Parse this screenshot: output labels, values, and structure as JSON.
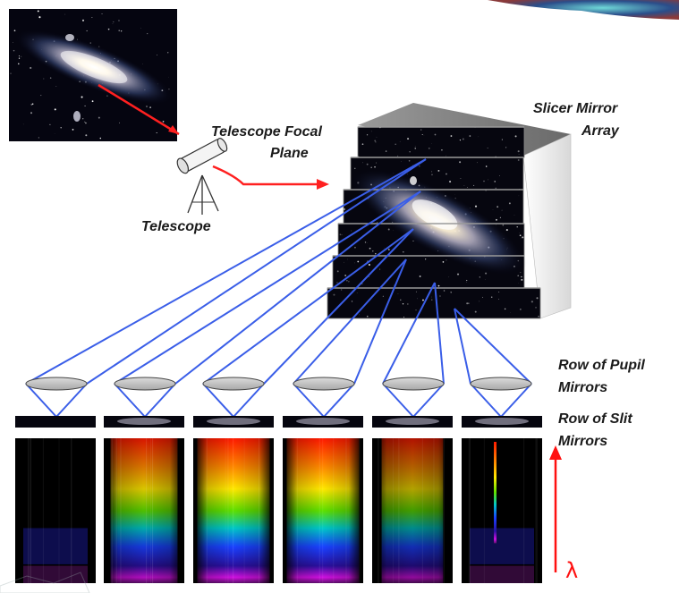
{
  "labels": {
    "telescope_focal_plane_line1": "Telescope Focal",
    "telescope_focal_plane_line2": "Plane",
    "telescope": "Telescope",
    "slicer_line1": "Slicer Mirror",
    "slicer_line2": "Array",
    "pupil_line1": "Row of Pupil",
    "pupil_line2": "Mirrors",
    "slit_line1": "Row of Slit",
    "slit_line2": "Mirrors",
    "wavelength_symbol": "λ"
  },
  "colors": {
    "beam": "#ff2020",
    "fan_lines": "#3a5ee8",
    "mirror_fill": "#c8c8c8",
    "space": "#050510"
  },
  "icons": [
    "galaxy-image",
    "telescope-icon",
    "slicer-mirror-array",
    "pupil-mirror",
    "slit-mirror",
    "spectrum-panel",
    "wavelength-arrow"
  ],
  "spectra_panels": [
    {
      "name": "spectrum-1",
      "intensity": 0.08
    },
    {
      "name": "spectrum-2",
      "intensity": 0.85
    },
    {
      "name": "spectrum-3",
      "intensity": 1.0
    },
    {
      "name": "spectrum-4",
      "intensity": 1.0
    },
    {
      "name": "spectrum-5",
      "intensity": 0.7
    },
    {
      "name": "spectrum-6",
      "intensity": 0.15
    }
  ]
}
